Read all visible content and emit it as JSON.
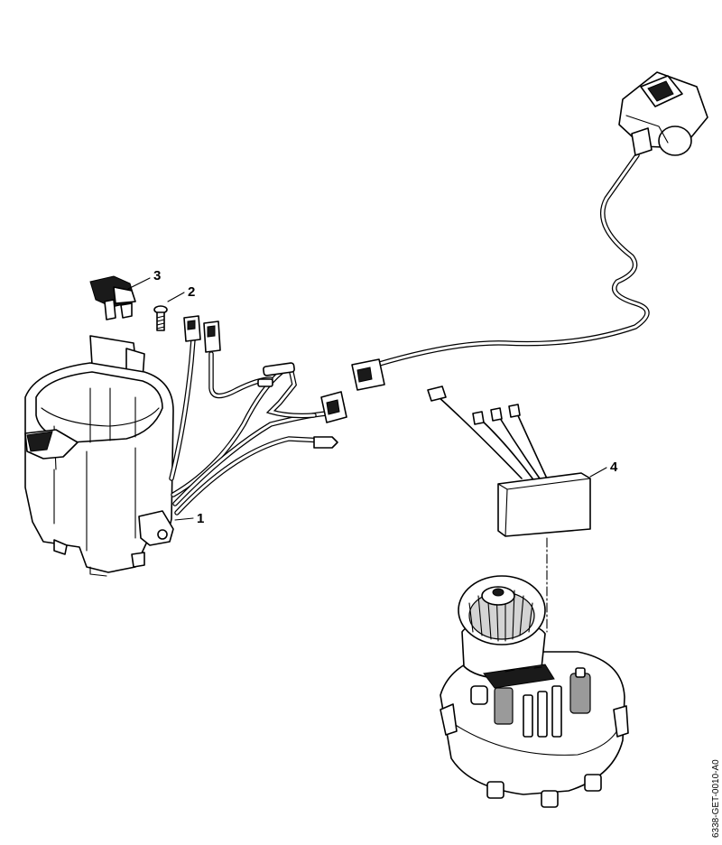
{
  "callouts": [
    {
      "id": "1",
      "label": "1"
    },
    {
      "id": "2",
      "label": "2"
    },
    {
      "id": "3",
      "label": "3"
    },
    {
      "id": "4",
      "label": "4"
    }
  ],
  "reference_code": "6338-GET-0010-A0"
}
